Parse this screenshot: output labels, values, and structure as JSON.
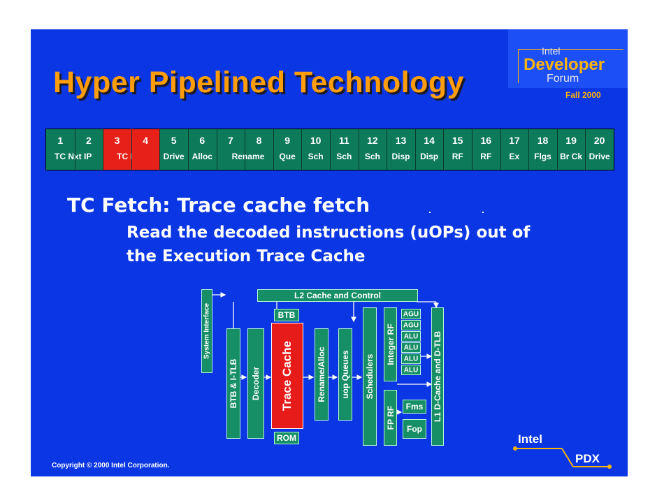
{
  "slide": {
    "title": "Hyper Pipelined Technology",
    "logo": {
      "brand": "Intel",
      "main": "Developer",
      "sub": "Forum",
      "season": "Fall 2000"
    },
    "pipeline": [
      {
        "num": "1",
        "label": "TC Nxt IP",
        "highlight": false
      },
      {
        "num": "2",
        "label": "",
        "highlight": false
      },
      {
        "num": "3",
        "label": "TC Fetch",
        "highlight": true
      },
      {
        "num": "4",
        "label": "",
        "highlight": true
      },
      {
        "num": "5",
        "label": "Drive",
        "highlight": false
      },
      {
        "num": "6",
        "label": "Alloc",
        "highlight": false
      },
      {
        "num": "7",
        "label": "Rename",
        "highlight": false
      },
      {
        "num": "8",
        "label": "",
        "highlight": false
      },
      {
        "num": "9",
        "label": "Que",
        "highlight": false
      },
      {
        "num": "10",
        "label": "Sch",
        "highlight": false
      },
      {
        "num": "11",
        "label": "Sch",
        "highlight": false
      },
      {
        "num": "12",
        "label": "Sch",
        "highlight": false
      },
      {
        "num": "13",
        "label": "Disp",
        "highlight": false
      },
      {
        "num": "14",
        "label": "Disp",
        "highlight": false
      },
      {
        "num": "15",
        "label": "RF",
        "highlight": false
      },
      {
        "num": "16",
        "label": "RF",
        "highlight": false
      },
      {
        "num": "17",
        "label": "Ex",
        "highlight": false
      },
      {
        "num": "18",
        "label": "Flgs",
        "highlight": false
      },
      {
        "num": "19",
        "label": "Br Ck",
        "highlight": false
      },
      {
        "num": "20",
        "label": "Drive",
        "highlight": false
      }
    ],
    "heading": "TC Fetch: Trace cache fetch",
    "description_line1": "Read the decoded instructions (uOPs) out of",
    "description_line2": "the Execution Trace Cache",
    "diagram": {
      "l2": "L2 Cache and Control",
      "system_interface": "System Interface",
      "btb_itlb": "BTB & I-TLB",
      "decoder": "Decoder",
      "btb": "BTB",
      "trace_cache": "Trace Cache",
      "rom": "ROM",
      "rename_alloc": "Rename/Alloc",
      "uop_queues": "uop Queues",
      "schedulers": "Schedulers",
      "integer_rf": "Integer RF",
      "fp_rf": "FP RF",
      "units": [
        "AGU",
        "AGU",
        "ALU",
        "ALU",
        "ALU",
        "ALU"
      ],
      "fms": "Fms",
      "fop": "Fop",
      "l1": "L1 D-Cache and D-TLB"
    },
    "copyright": "Copyright © 2000 Intel Corporation.",
    "footer_logo": {
      "company": "Intel",
      "city": "PDX"
    },
    "colors": {
      "background": "#0a36e4",
      "title": "#ff9d0a",
      "highlight": "#e8201a",
      "block": "#178f66"
    }
  }
}
